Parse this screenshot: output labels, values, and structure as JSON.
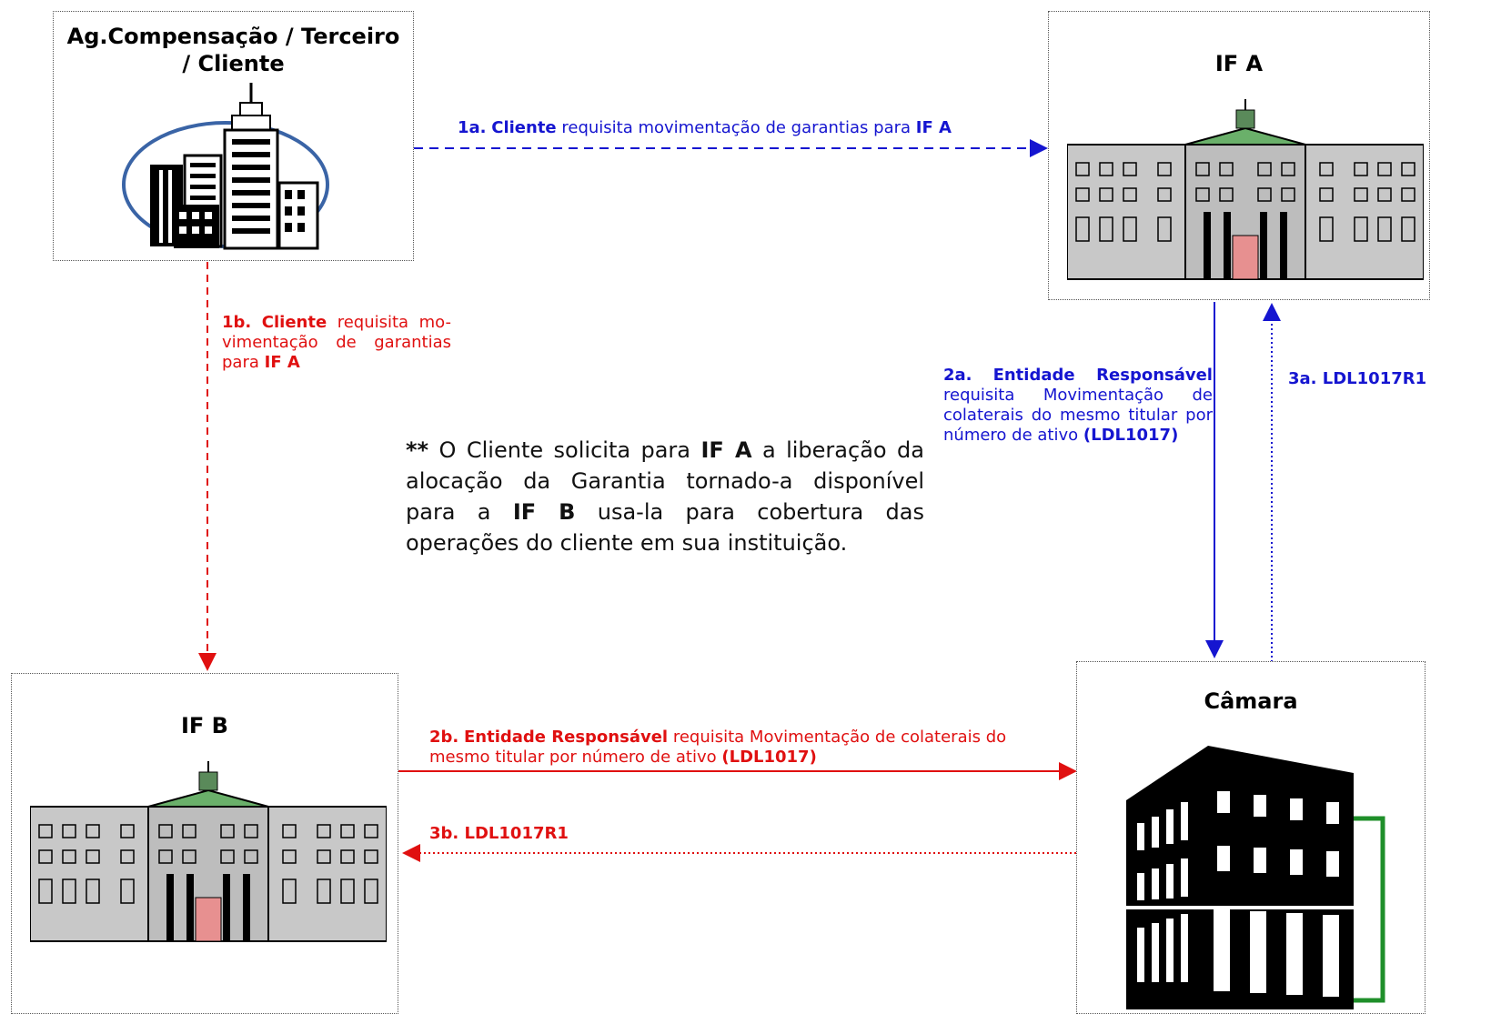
{
  "nodes": {
    "cliente": {
      "title": "Ag.Compensação / Terceiro / Cliente"
    },
    "if_a": {
      "title": "IF A"
    },
    "if_b": {
      "title": "IF B"
    },
    "camara": {
      "title": "Câmara"
    }
  },
  "flows": {
    "f1a": {
      "step": "1a.",
      "actor": "Cliente",
      "text": "requisita movimentação de garantias para",
      "target": "IF A"
    },
    "f1b": {
      "step": "1b.",
      "actor": "Cliente",
      "text": "requisita mo-vimentação de garantias para",
      "target": "IF A"
    },
    "f2a": {
      "step": "2a.",
      "actor": "Entidade Responsável",
      "text": "requisita Movimentação de colaterais do mesmo titular por número de ativo",
      "code": "(LDL1017)"
    },
    "f2b": {
      "step": "2b.",
      "actor": "Entidade Responsável",
      "text": "requisita Movimentação de colaterais do mesmo titular por número de ativo",
      "code": "(LDL1017)"
    },
    "f3a": {
      "label": "3a. LDL1017R1"
    },
    "f3b": {
      "label": "3b. LDL1017R1"
    }
  },
  "note": {
    "marker": "**",
    "text1": "O Cliente solicita para",
    "bold1": "IF A",
    "text2": "a liberação da alocação da Garantia  tornado-a disponível para a",
    "bold2": "IF B",
    "text3": "usa-la para cobertura das operações do cliente em sua instituição."
  },
  "colors": {
    "blue": "#1515d0",
    "red": "#e01010",
    "green": "#1f8f2a"
  },
  "icons": [
    "city-skyline-icon",
    "bank-building-icon",
    "bank-building-icon",
    "chamber-building-icon"
  ]
}
